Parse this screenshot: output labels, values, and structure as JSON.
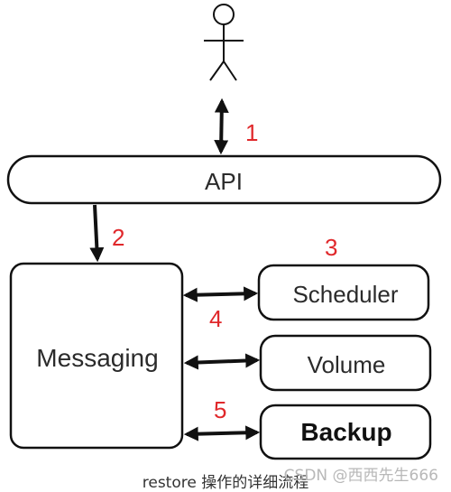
{
  "diagram": {
    "actor": {
      "icon": "user-stick-figure-icon"
    },
    "boxes": {
      "api": "API",
      "messaging": "Messaging",
      "scheduler": "Scheduler",
      "volume": "Volume",
      "backup": "Backup"
    },
    "steps": [
      "1",
      "2",
      "3",
      "4",
      "5"
    ],
    "colors": {
      "step": "#e0282b",
      "stroke": "#111111",
      "text": "#2b2b2b"
    }
  },
  "caption": "restore 操作的详细流程",
  "watermark": "CSDN @西西先生666"
}
